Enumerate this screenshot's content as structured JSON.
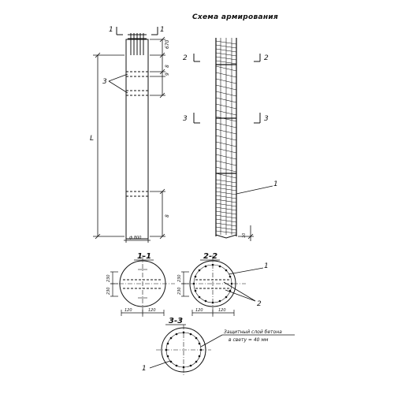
{
  "title": "Схема армирования",
  "section_marks": {
    "m1_left": "1",
    "m1_right": "1",
    "m2_left": "2",
    "m2_right": "2",
    "m3_left": "3",
    "m3_right": "3"
  },
  "section_titles": {
    "s11": "1-1",
    "s22": "2-2",
    "s33": "3-3"
  },
  "callouts": {
    "c3": "3",
    "c1_rebar": "1",
    "c1_s22": "1",
    "c2_s22": "2",
    "c1_s33": "1"
  },
  "dims": {
    "length": "L",
    "diameter": "ф 800",
    "top1": "670",
    "top2": "8",
    "top3": "9",
    "bottom": "8",
    "cover": "10",
    "s11_h1": "230",
    "s11_h2": "230",
    "s11_w1": "120",
    "s11_w2": "120",
    "s22_h1": "230",
    "s22_h2": "230",
    "s22_w1": "120",
    "s22_w2": "120"
  },
  "note": {
    "line1": "Защитный слой бетона",
    "line2": "в свету = 40 мм"
  }
}
